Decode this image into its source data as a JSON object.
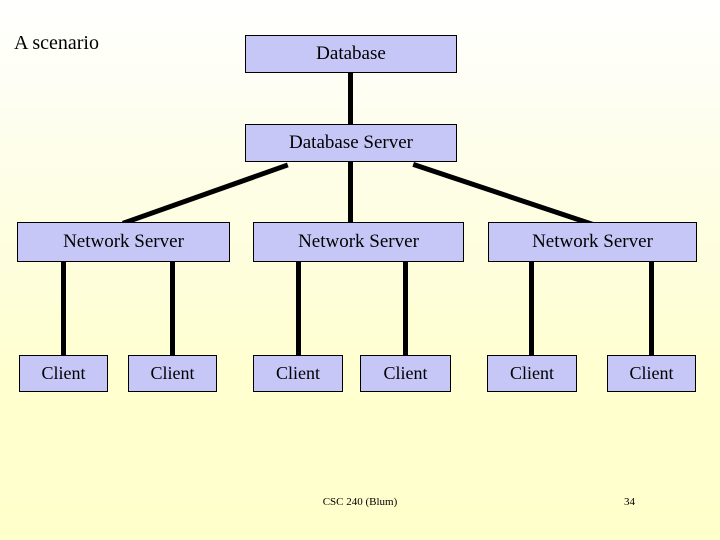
{
  "slide": {
    "title": "A scenario",
    "background_top_color": "#ffffff",
    "background_bottom_color": "#ffffcc"
  },
  "diagram": {
    "node_fill_color": "#c6c6f7",
    "node_border_color": "#000000",
    "connector_color": "#000000",
    "tiers": [
      {
        "name": "database",
        "nodes": [
          {
            "label": "Database"
          }
        ]
      },
      {
        "name": "database-server",
        "nodes": [
          {
            "label": "Database Server"
          }
        ]
      },
      {
        "name": "network-server",
        "nodes": [
          {
            "label": "Network Server"
          },
          {
            "label": "Network Server"
          },
          {
            "label": "Network Server"
          }
        ]
      },
      {
        "name": "client",
        "nodes": [
          {
            "label": "Client"
          },
          {
            "label": "Client"
          },
          {
            "label": "Client"
          },
          {
            "label": "Client"
          },
          {
            "label": "Client"
          },
          {
            "label": "Client"
          }
        ]
      }
    ]
  },
  "footer": {
    "course": "CSC 240 (Blum)",
    "page_number": "34"
  }
}
